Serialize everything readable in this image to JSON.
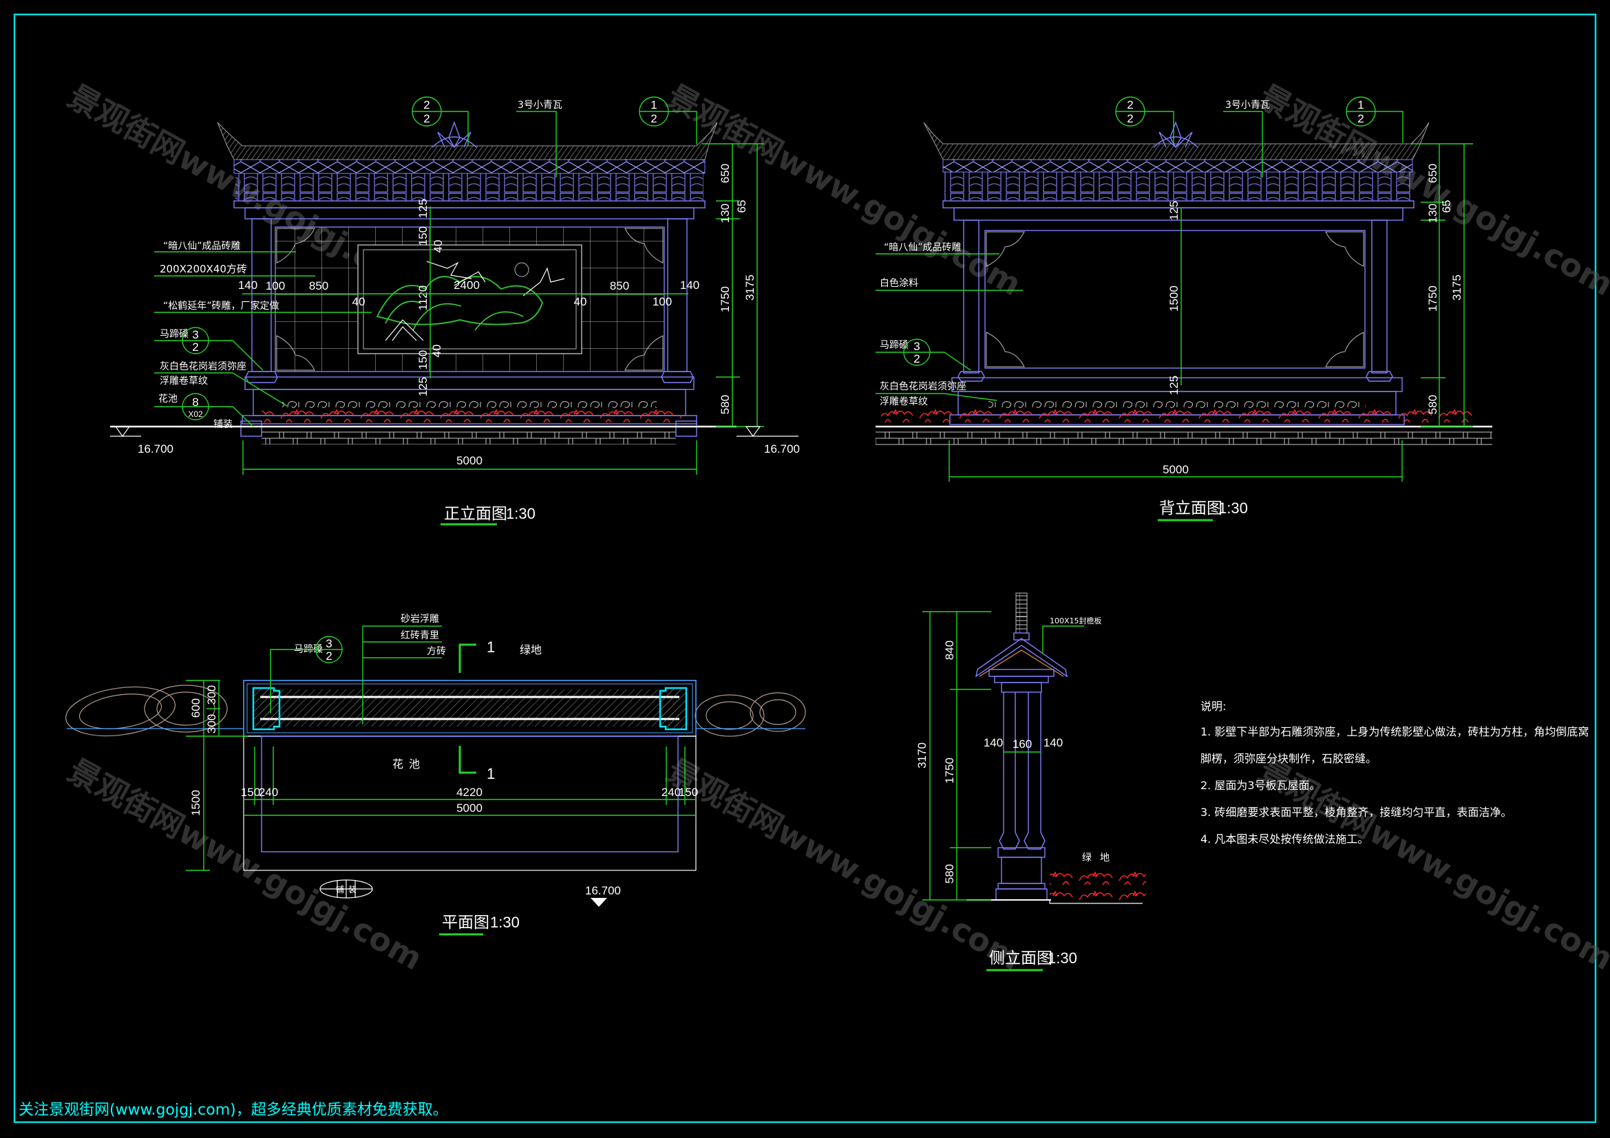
{
  "footer": "关注景观街网(www.gojgj.com)，超多经典优质素材免费获取。",
  "watermark": "景观街网www.gojgj.com",
  "colors": {
    "frame": "#00e0e0",
    "line": "#7f7fff",
    "dim": "#22d622",
    "plant": "#ff2020",
    "footer": "#00ffff"
  },
  "front": {
    "title": "正立面图",
    "scale": "1:30",
    "tile_label": "3号小青瓦",
    "callouts": [
      {
        "top": "2",
        "bottom": "2"
      },
      {
        "top": "1",
        "bottom": "2"
      },
      {
        "top": "3",
        "bottom": "2"
      },
      {
        "top": "8",
        "bottom": "X02"
      }
    ],
    "labels": [
      "“暗八仙”成品砖雕",
      "200X200X40方砖",
      "“松鹤延年”砖雕，厂家定做",
      "马蹄磉",
      "灰白色花岗岩须弥座",
      "浮雕卷草纹",
      "花池",
      "铺装"
    ],
    "dims_v": [
      "650",
      "130",
      "65",
      "1750",
      "580",
      "3175",
      "125",
      "150",
      "40",
      "1120",
      "150",
      "40",
      "125"
    ],
    "dims_h": [
      "140",
      "100",
      "850",
      "40",
      "2400",
      "40",
      "850",
      "100",
      "140",
      "5000"
    ],
    "elevation": "16.700"
  },
  "back": {
    "title": "背立面图",
    "scale": "1:30",
    "tile_label": "3号小青瓦",
    "callouts": [
      {
        "top": "2",
        "bottom": "2"
      },
      {
        "top": "1",
        "bottom": "2"
      },
      {
        "top": "3",
        "bottom": "2"
      }
    ],
    "labels": [
      "“暗八仙”成品砖雕",
      "白色涂料",
      "马蹄磉",
      "灰白色花岗岩须弥座",
      "浮雕卷草纹"
    ],
    "dims_v": [
      "650",
      "130",
      "65",
      "1750",
      "580",
      "3175",
      "125",
      "1500",
      "125"
    ],
    "dims_h": [
      "5000"
    ]
  },
  "plan": {
    "title": "平面图",
    "scale": "1:30",
    "callout": {
      "top": "3",
      "bottom": "2"
    },
    "labels": [
      "砂岩浮雕",
      "红砖青里",
      "方砖",
      "马蹄磉",
      "绿地",
      "花池",
      "铺装"
    ],
    "section_mark": "1",
    "dims_v": [
      "600",
      "300",
      "300",
      "1500"
    ],
    "dims_h": [
      "150",
      "240",
      "4220",
      "240",
      "150",
      "5000"
    ],
    "elevation": "16.700"
  },
  "side": {
    "title": "侧立面图",
    "scale": "1:30",
    "labels": [
      "100X15封檐板",
      "绿地"
    ],
    "dims_v": [
      "3170",
      "840",
      "1750",
      "580"
    ],
    "dims_h": [
      "140",
      "160",
      "140"
    ]
  },
  "notes": {
    "heading": "说明:",
    "items": [
      "1.  影壁下半部为石雕须弥座，上身为传统影壁心做法，砖柱为方柱，角均倒底窝",
      "脚楞，须弥座分块制作，石胶密缝。",
      "2.  屋面为3号板瓦屋面。",
      "3.  砖细磨要求表面平整，棱角整齐，接缝均匀平直，表面洁净。",
      "4.  凡本图未尽处按传统做法施工。"
    ]
  }
}
